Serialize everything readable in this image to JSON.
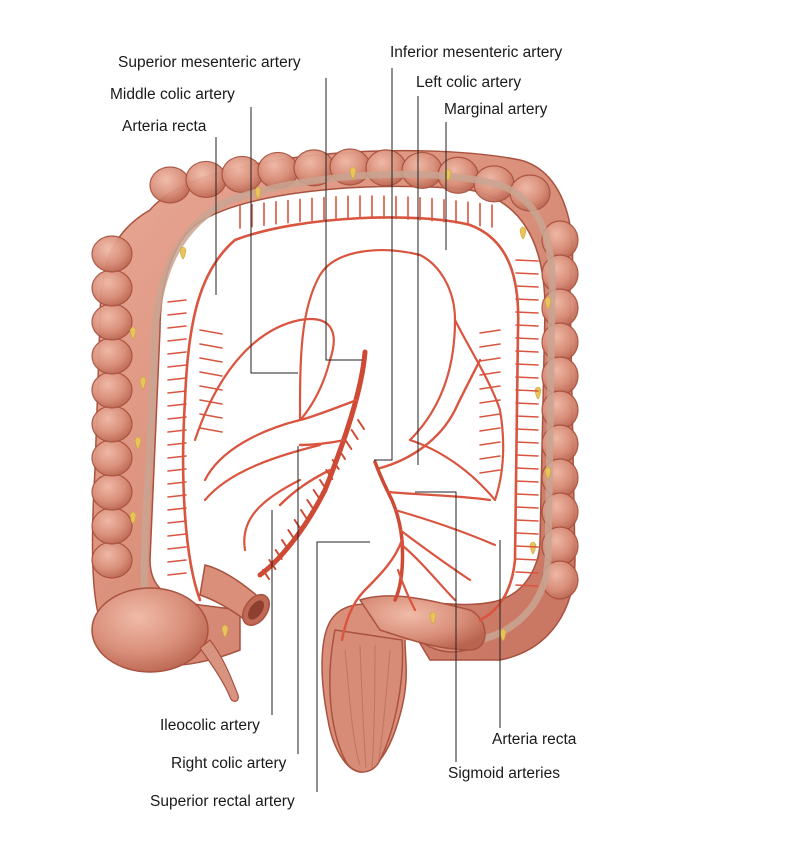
{
  "labels": {
    "superior_mesenteric_artery": "Superior mesenteric artery",
    "middle_colic_artery": "Middle colic artery",
    "arteria_recta_left": "Arteria recta",
    "inferior_mesenteric_artery": "Inferior mesenteric artery",
    "left_colic_artery": "Left colic artery",
    "marginal_artery": "Marginal artery",
    "ileocolic_artery": "Ileocolic artery",
    "right_colic_artery": "Right colic artery",
    "superior_rectal_artery": "Superior rectal artery",
    "arteria_recta_right": "Arteria recta",
    "sigmoid_arteries": "Sigmoid arteries"
  },
  "colors": {
    "colon_fill": "#d98f7a",
    "colon_dark": "#b8624e",
    "colon_light": "#efb7a4",
    "artery": "#d9553f",
    "artery_dark": "#b83c2a",
    "fat": "#e8c45a",
    "leader_line": "#222222"
  }
}
